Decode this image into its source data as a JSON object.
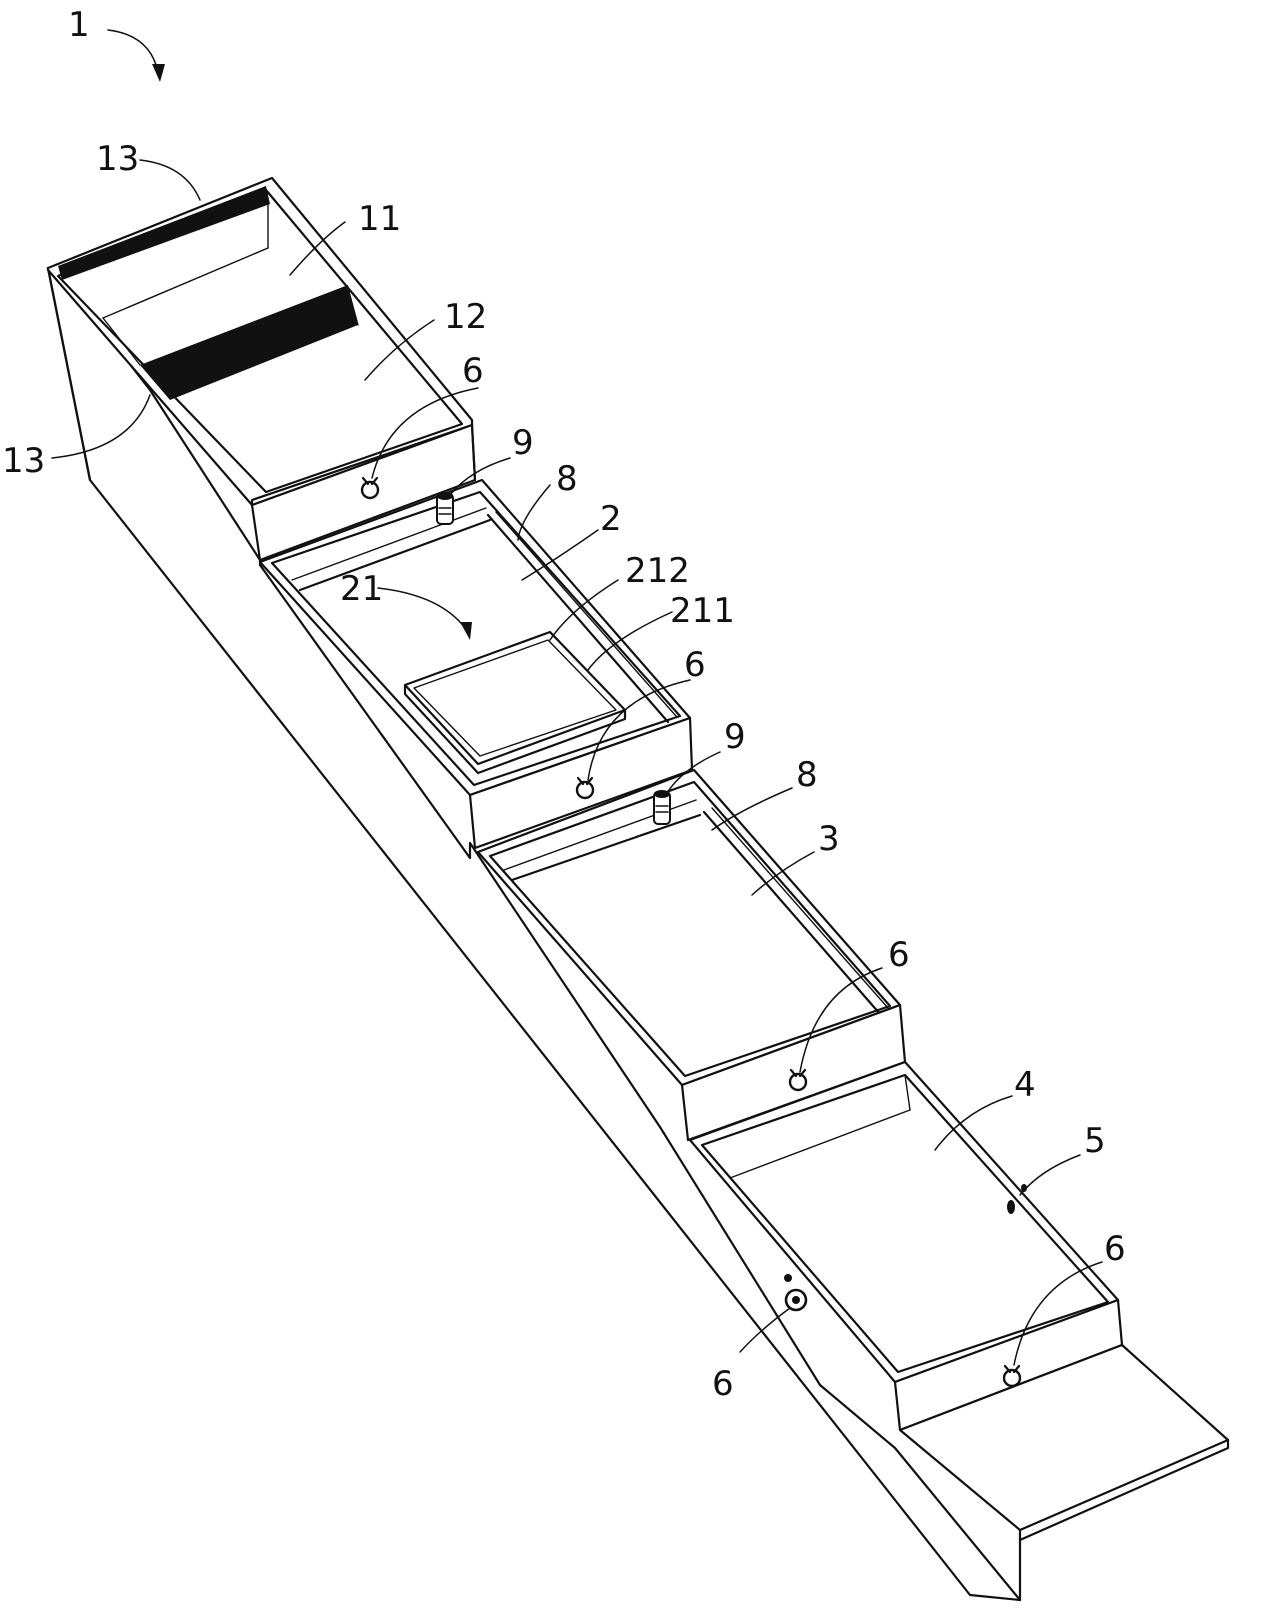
{
  "figure": {
    "labels": {
      "assembly": "1",
      "brush_top": "13",
      "brush_left": "13",
      "compartment_11": "11",
      "compartment_12": "12",
      "compartment_2": "2",
      "compartment_3": "3",
      "compartment_4": "4",
      "grid_frame": "21",
      "frame_outer": "211",
      "frame_inner": "212",
      "rail_upper": "8",
      "rail_lower": "8",
      "post_upper": "9",
      "post_lower": "9",
      "latch_1": "6",
      "latch_2": "6",
      "latch_3": "6",
      "latch_4": "6",
      "latch_side": "6",
      "pin": "5"
    },
    "ink_color": "#111111",
    "background_color": "#ffffff"
  }
}
